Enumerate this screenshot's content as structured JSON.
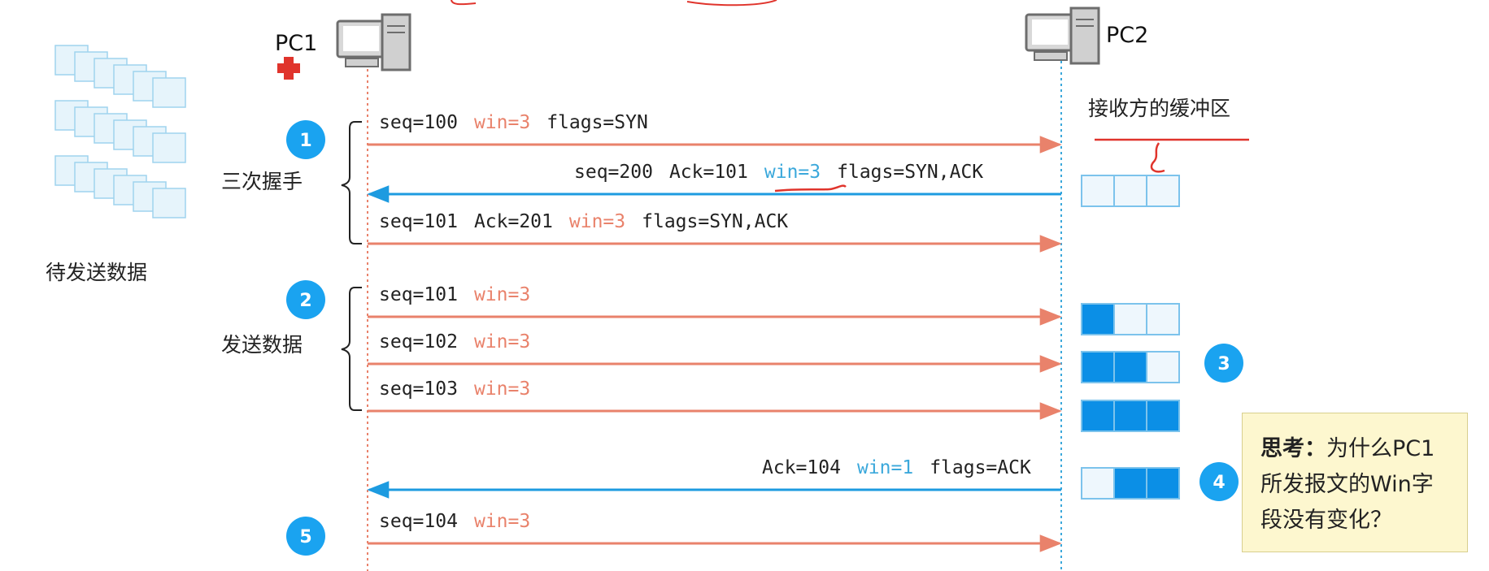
{
  "hosts": {
    "left": "PC1",
    "right": "PC2"
  },
  "left_labels": {
    "pending_data": "待发送数据",
    "handshake": "三次握手",
    "send_data": "发送数据"
  },
  "buffer_title": "接收方的缓冲区",
  "badges": [
    "1",
    "2",
    "3",
    "4",
    "5"
  ],
  "messages": [
    {
      "dir": "right",
      "parts": [
        {
          "t": "seq=100",
          "c": "plain"
        },
        {
          "t": "win=3",
          "c": "win"
        },
        {
          "t": "flags=SYN",
          "c": "plain"
        }
      ]
    },
    {
      "dir": "left",
      "parts": [
        {
          "t": "seq=200",
          "c": "plain"
        },
        {
          "t": "Ack=101",
          "c": "plain"
        },
        {
          "t": "win=3",
          "c": "win"
        },
        {
          "t": "flags=SYN,ACK",
          "c": "plain"
        }
      ]
    },
    {
      "dir": "right",
      "parts": [
        {
          "t": "seq=101",
          "c": "plain"
        },
        {
          "t": "Ack=201",
          "c": "plain"
        },
        {
          "t": "win=3",
          "c": "win"
        },
        {
          "t": "flags=SYN,ACK",
          "c": "plain"
        }
      ]
    },
    {
      "dir": "right",
      "parts": [
        {
          "t": "seq=101",
          "c": "plain"
        },
        {
          "t": "win=3",
          "c": "win"
        }
      ]
    },
    {
      "dir": "right",
      "parts": [
        {
          "t": "seq=102",
          "c": "plain"
        },
        {
          "t": "win=3",
          "c": "win"
        }
      ]
    },
    {
      "dir": "right",
      "parts": [
        {
          "t": "seq=103",
          "c": "plain"
        },
        {
          "t": "win=3",
          "c": "win"
        }
      ]
    },
    {
      "dir": "left",
      "parts": [
        {
          "t": "Ack=104",
          "c": "plain"
        },
        {
          "t": "win=1",
          "c": "win"
        },
        {
          "t": "flags=ACK",
          "c": "plain"
        }
      ]
    },
    {
      "dir": "right",
      "parts": [
        {
          "t": "seq=104",
          "c": "plain"
        },
        {
          "t": "win=3",
          "c": "win"
        }
      ]
    }
  ],
  "buffers": [
    {
      "filled": [
        false,
        false,
        false
      ]
    },
    {
      "filled": [
        true,
        false,
        false
      ]
    },
    {
      "filled": [
        true,
        true,
        false
      ]
    },
    {
      "filled": [
        true,
        true,
        true
      ]
    },
    {
      "filled": [
        false,
        true,
        true
      ]
    }
  ],
  "note": {
    "bold": "思考：",
    "text_line1": "为什么PC1",
    "text_line2": "所发报文的Win字",
    "text_line3": "段没有变化？"
  },
  "colors": {
    "send": "#e9826b",
    "ack": "#1d9be0",
    "badge": "#1aa3f0",
    "buffer_fill": "#0b8fe6",
    "buffer_empty": "#eef7fd",
    "annotation_red": "#e0342c"
  }
}
